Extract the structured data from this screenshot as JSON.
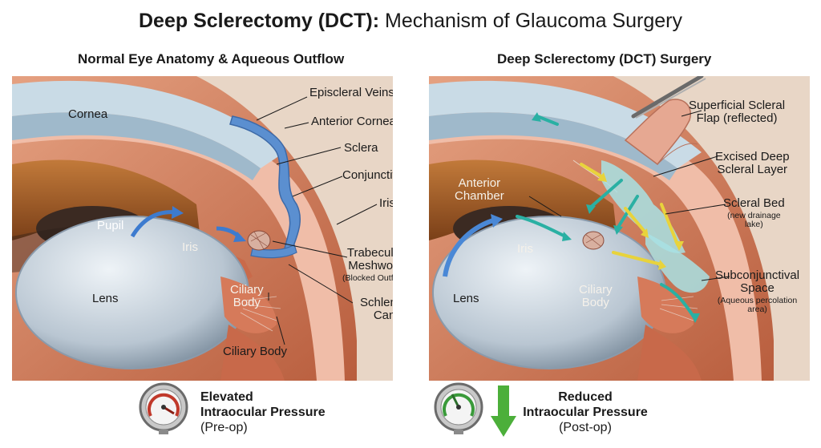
{
  "title": {
    "bold": "Deep Sclerectomy (DCT):",
    "rest": " Mechanism of Glaucoma Surgery"
  },
  "left": {
    "subtitle": "Normal Eye Anatomy & Aqueous Outflow",
    "labels": {
      "cornea": "Cornea",
      "pupil": "Pupil",
      "iris_inner": "Iris",
      "lens": "Lens",
      "ciliary_inner_1": "Ciliary",
      "ciliary_inner_2": "Body",
      "ciliary_body": "Ciliary Body",
      "episcleral_veins": "Episcleral Veins",
      "anterior_cornea": "Anterior Cornea",
      "sclera": "Sclera",
      "conjunctiva": "Conjunctiva",
      "iris": "Iris",
      "trabecular_1": "Trabecular",
      "trabecular_2": "Meshwork",
      "trabecular_note": "(Blocked Outflow)",
      "schlemm_1": "Schlemm's",
      "schlemm_2": "Canal"
    },
    "pressure": {
      "line1": "Elevated",
      "line2": "Intraocular Pressure",
      "line3": "(Pre-op)",
      "gauge_color": "#c0392b"
    }
  },
  "right": {
    "subtitle": "Deep Sclerectomy (DCT) Surgery",
    "labels": {
      "anterior_chamber_1": "Anterior",
      "anterior_chamber_2": "Chamber",
      "iris_inner": "Iris",
      "lens": "Lens",
      "ciliary_inner_1": "Ciliary",
      "ciliary_inner_2": "Body",
      "flap_1": "Superficial Scleral",
      "flap_2": "Flap (reflected)",
      "excised_1": "Excised Deep",
      "excised_2": "Scleral Layer",
      "bed": "Scleral Bed",
      "bed_note_1": "(new drainage",
      "bed_note_2": "lake)",
      "subconj_1": "Subconjunctival",
      "subconj_2": "Space",
      "subconj_note_1": "(Aqueous percolation",
      "subconj_note_2": "area)"
    },
    "pressure": {
      "line1": "Reduced",
      "line2": "Intraocular Pressure",
      "line3": "(Post-op)",
      "gauge_color": "#3a9a3a",
      "arrow_color": "#4caf3a"
    }
  }
}
